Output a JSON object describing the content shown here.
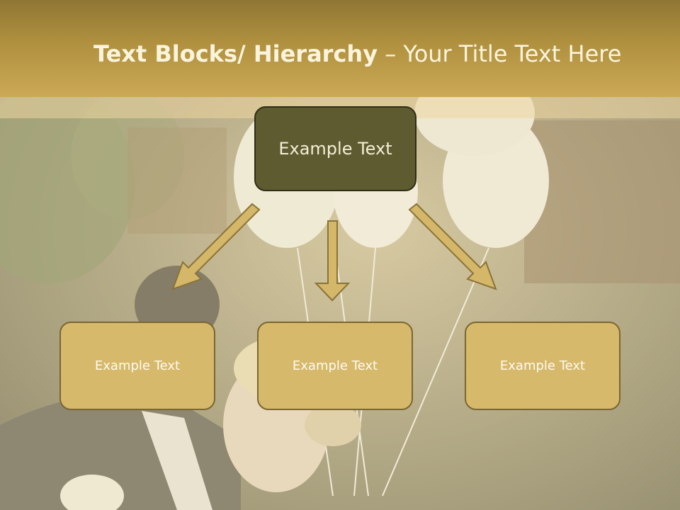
{
  "slide": {
    "title_bold": "Text Blocks/ Hierarchy",
    "title_rest": " – Your Title Text Here"
  },
  "diagram": {
    "root": {
      "label": "Example Text"
    },
    "children": [
      {
        "label": "Example Text"
      },
      {
        "label": "Example Text"
      },
      {
        "label": "Example Text"
      }
    ]
  },
  "colors": {
    "title_band": "#b0913f",
    "root_fill": "#5e5b31",
    "child_fill": "#d6b96a",
    "arrow_fill": "#d4b769",
    "arrow_stroke": "#8a7338"
  }
}
